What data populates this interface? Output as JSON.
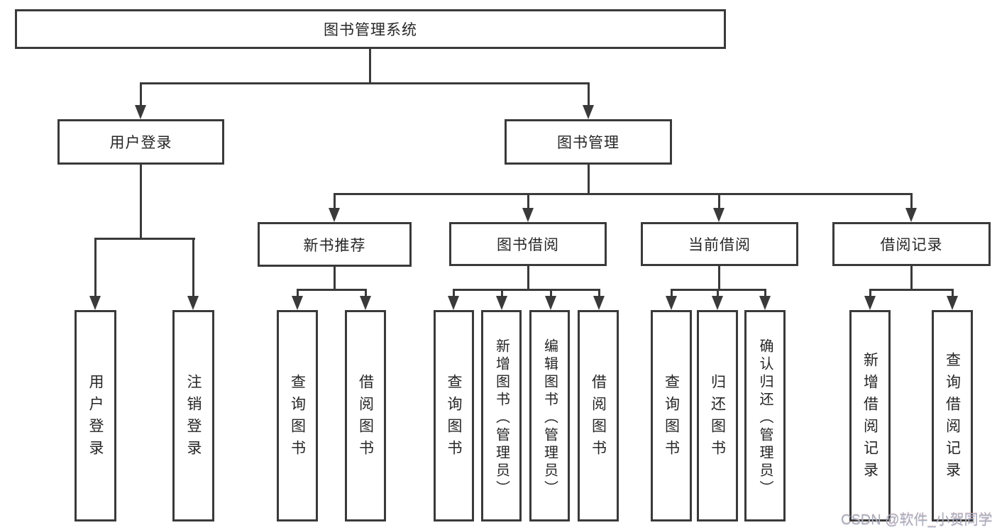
{
  "tree": {
    "root": "图书管理系统",
    "branches": [
      {
        "label": "用户登录",
        "children": [
          "用户登录",
          "注销登录"
        ]
      },
      {
        "label": "图书管理",
        "sub": [
          {
            "label": "新书推荐",
            "children": [
              "查询图书",
              "借阅图书"
            ]
          },
          {
            "label": "图书借阅",
            "children": [
              "查询图书",
              "新增图书（管理员）",
              "编辑图书（管理员）",
              "借阅图书"
            ]
          },
          {
            "label": "当前借阅",
            "children": [
              "查询图书",
              "归还图书",
              "确认归还（管理员）"
            ]
          },
          {
            "label": "借阅记录",
            "children": [
              "新增借阅记录",
              "查询借阅记录"
            ]
          }
        ]
      }
    ]
  },
  "watermark": {
    "text": "CSDN @软件_小贺同学"
  },
  "colors": {
    "line": "#3a3a3a",
    "text": "#262626",
    "watermark": "#abaeba",
    "background": "#ffffff"
  }
}
